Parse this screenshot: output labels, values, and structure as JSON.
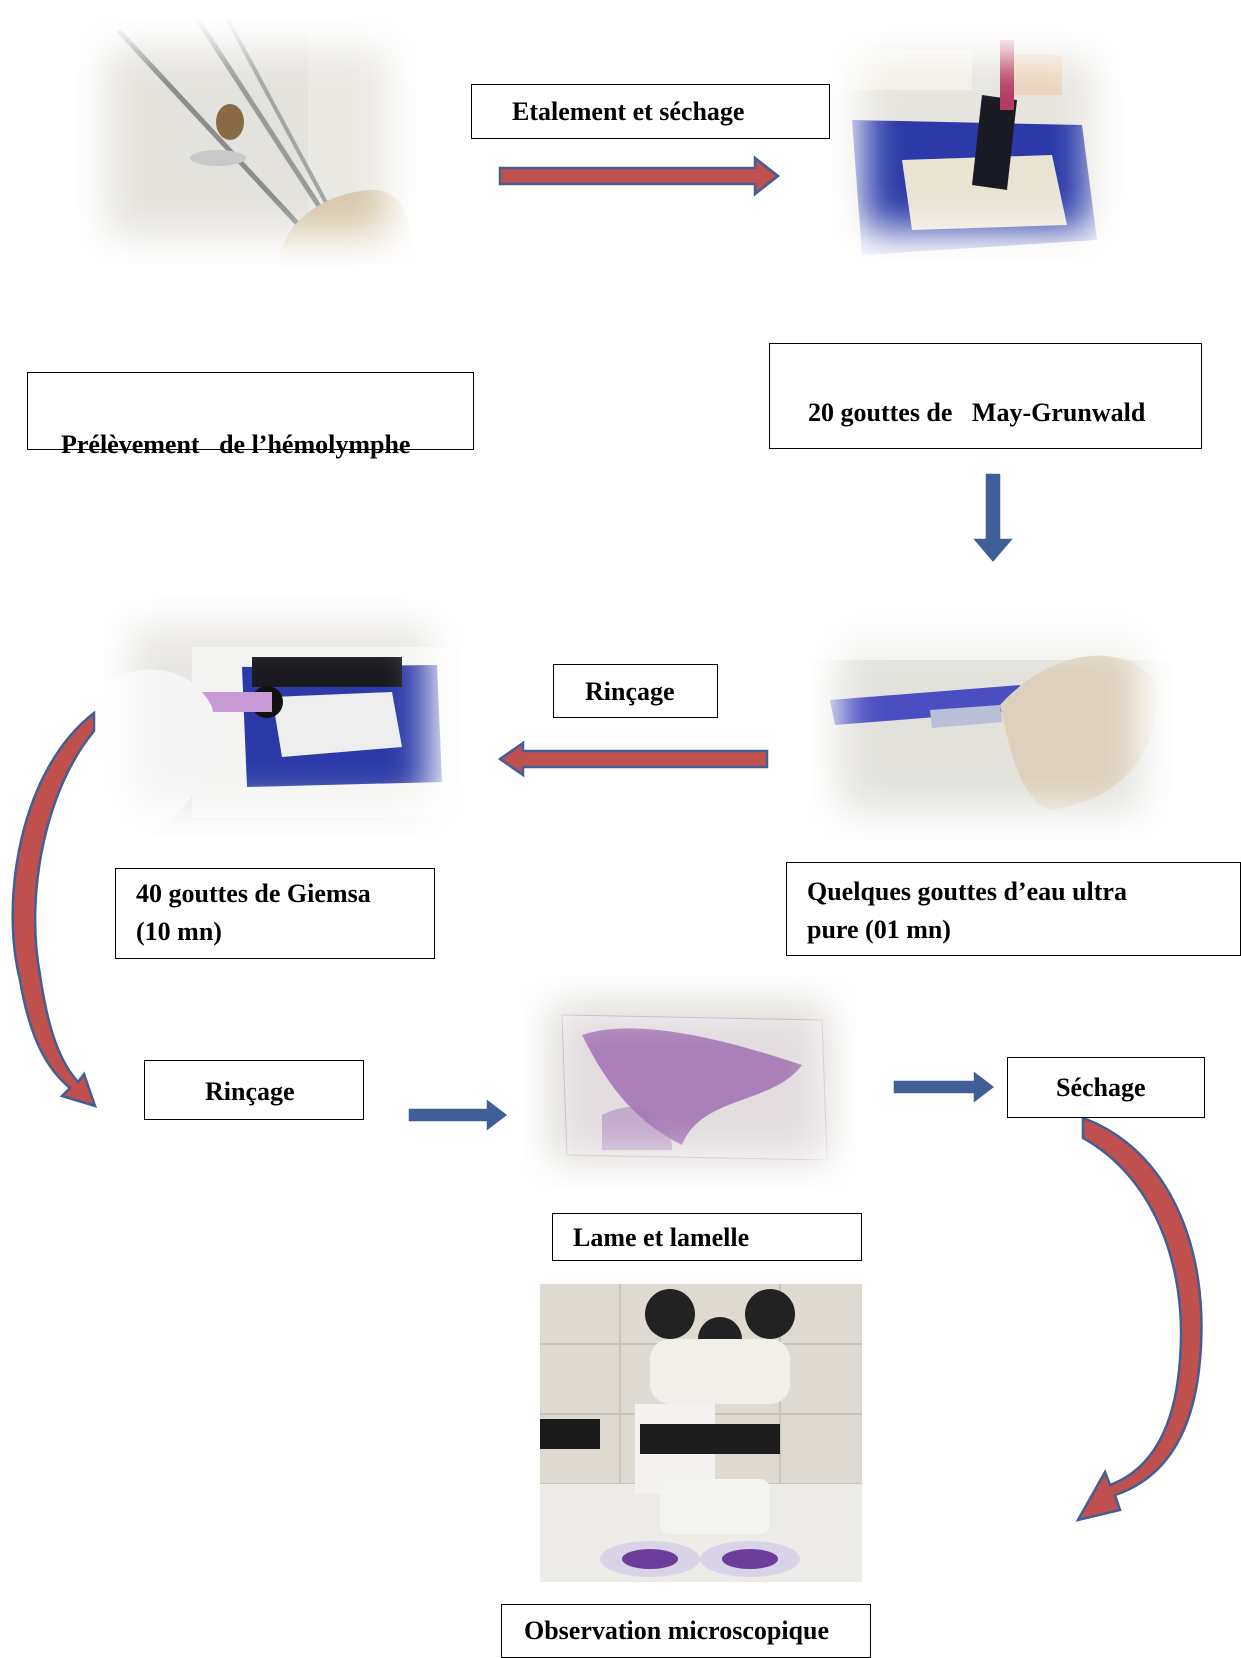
{
  "labels": {
    "etalement": "Etalement et séchage",
    "prelevement": "Prélèvement   de l’hémolymphe",
    "may_grunwald": "20 gouttes de   May-Grunwald",
    "rincage_1": "Rinçage",
    "giemsa_line1": "40 gouttes de Giemsa",
    "giemsa_line2": "(10 mn)",
    "eau_line1": "Quelques gouttes d’eau ultra",
    "eau_line2": "pure (01 mn)",
    "rincage_2": "Rinçage",
    "sechage": "Séchage",
    "lame": "Lame et lamelle",
    "observation": "Observation microscopique"
  },
  "colors": {
    "arrow_fill": "#c0504d",
    "arrow_outline": "#3f5f96",
    "stain_blue": "#2b3aa8",
    "stain_purple": "#8e4fa6"
  }
}
